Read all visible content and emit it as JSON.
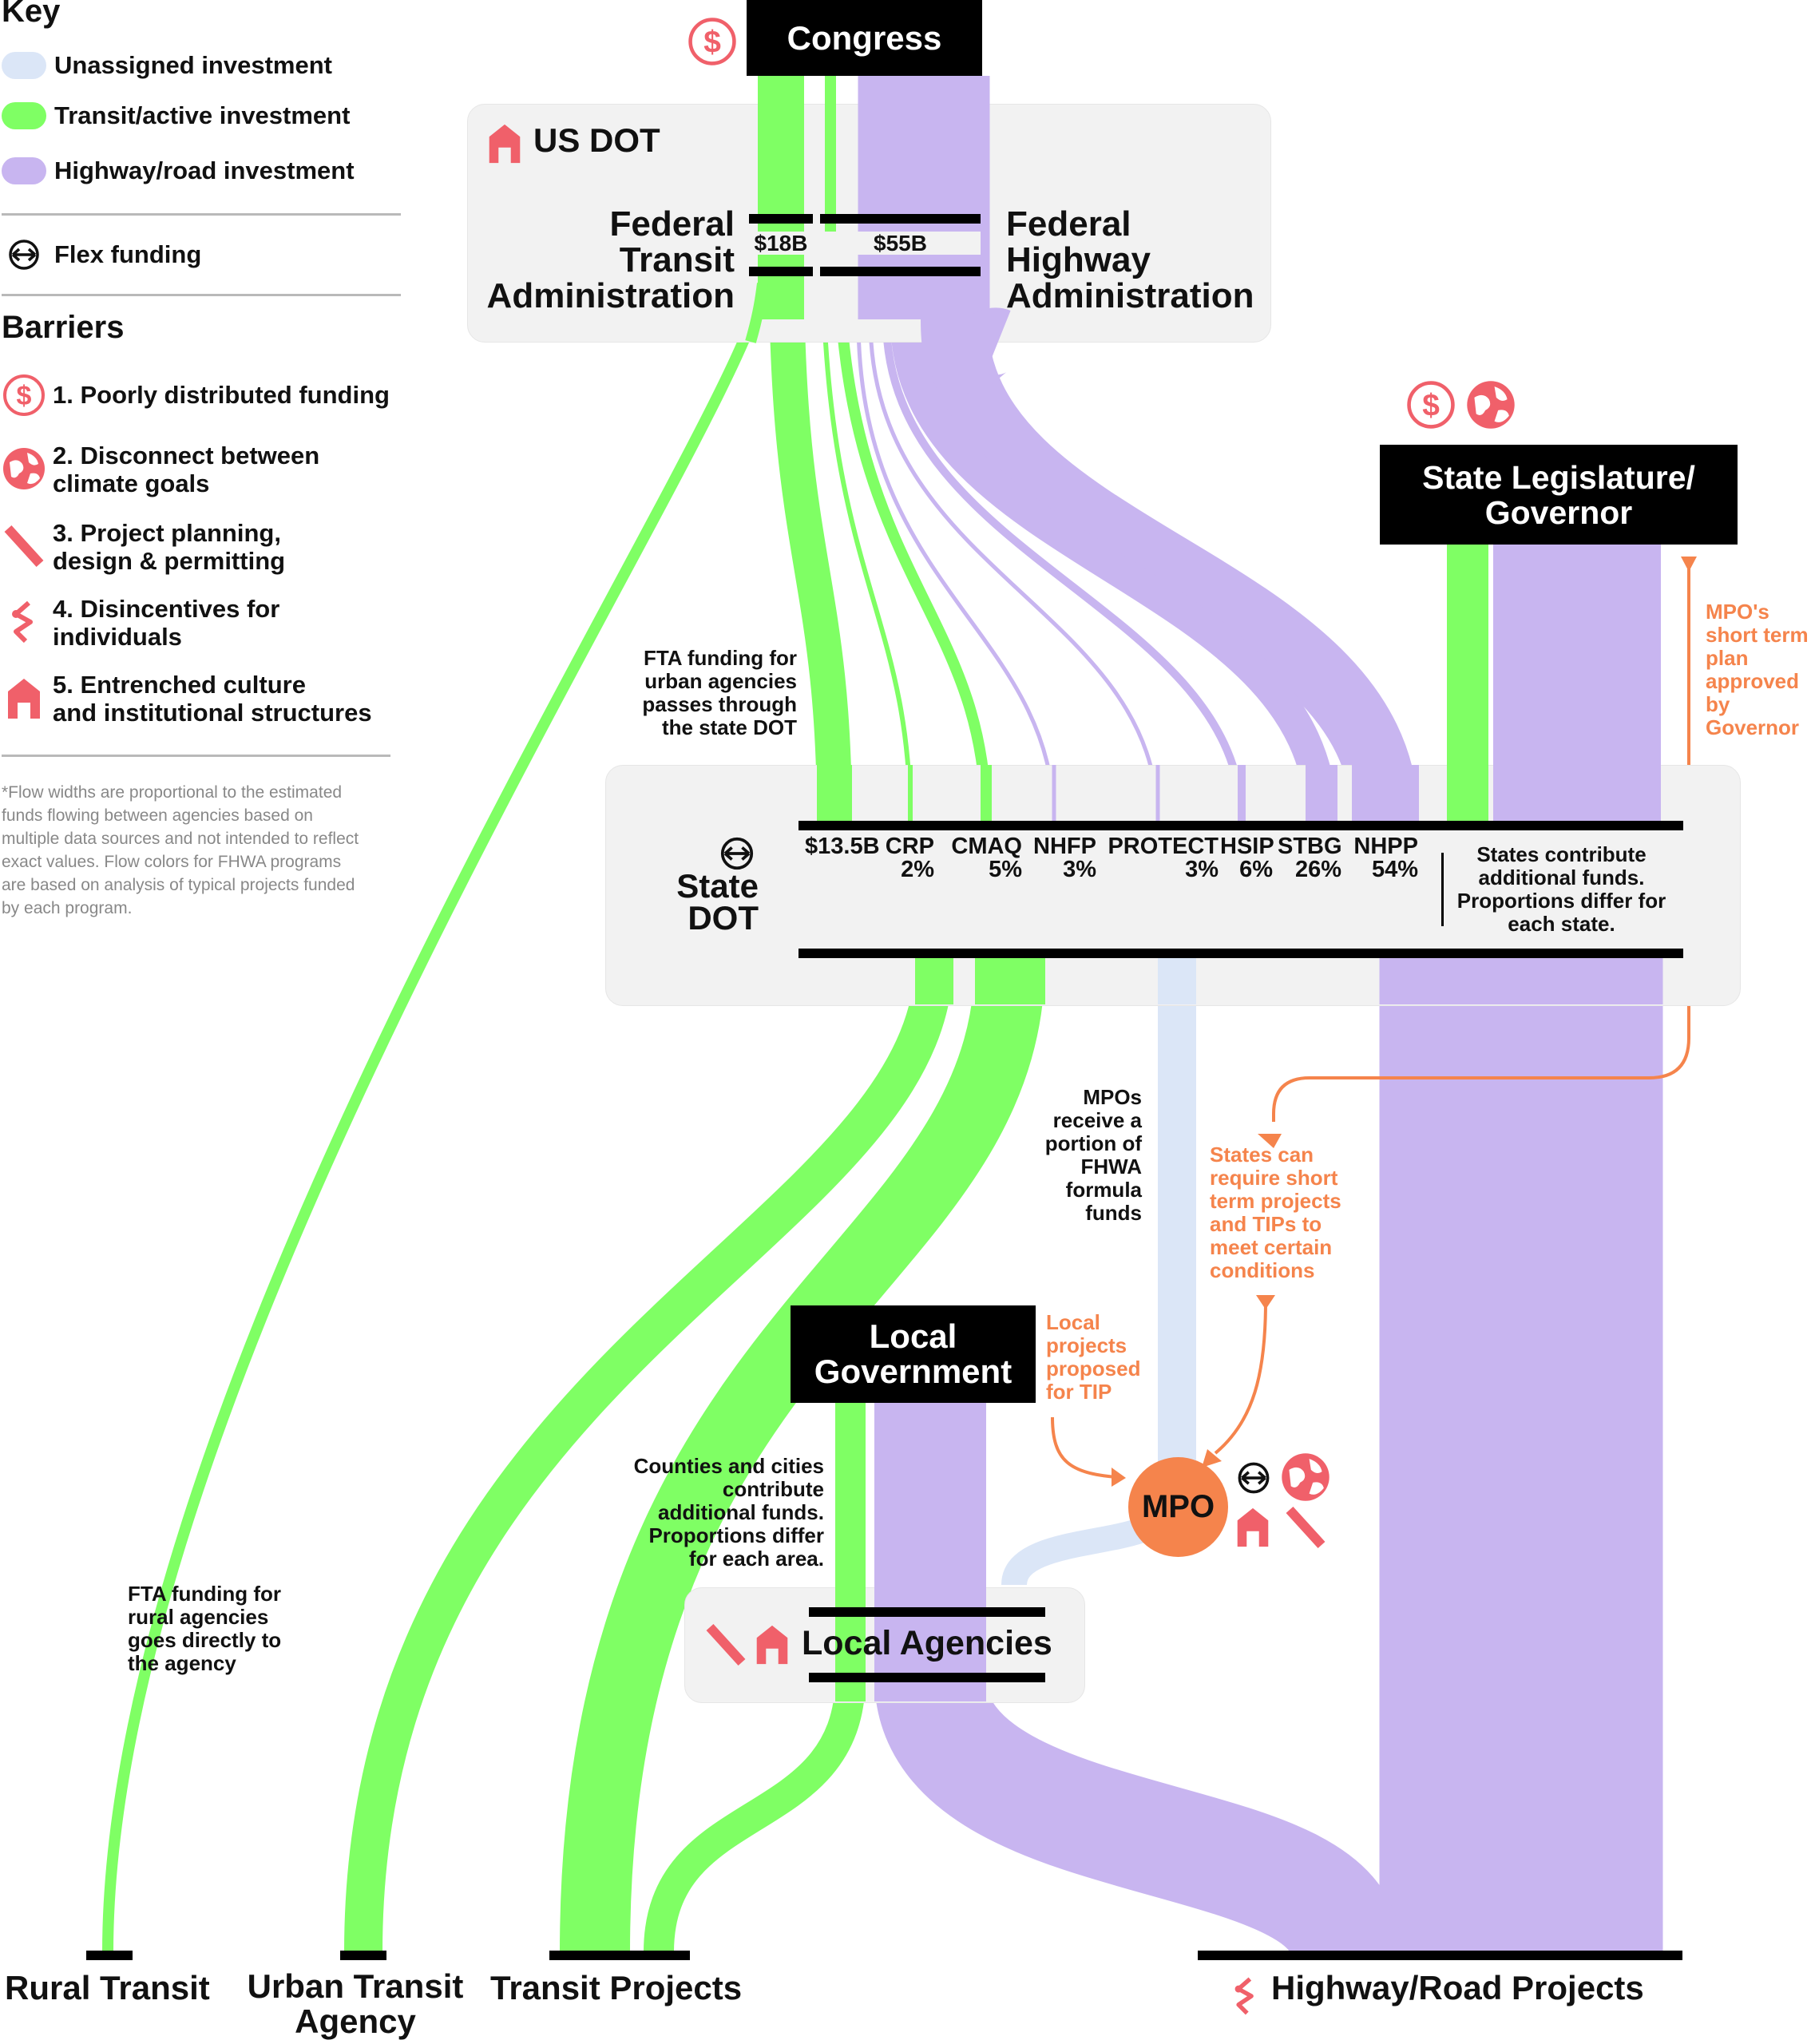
{
  "legend": {
    "key_title": "Key",
    "unassigned": "Unassigned investment",
    "transit": "Transit/active investment",
    "highway": "Highway/road investment",
    "flex": "Flex funding",
    "barriers_title": "Barriers",
    "barrier_1": "1. Poorly distributed funding",
    "barrier_2_l1": "2. Disconnect between",
    "barrier_2_l2": "climate goals",
    "barrier_3_l1": "3. Project planning,",
    "barrier_3_l2": "design & permitting",
    "barrier_4_l1": "4. Disincentives for",
    "barrier_4_l2": "individuals",
    "barrier_5_l1": "5. Entrenched culture",
    "barrier_5_l2": "and institutional structures",
    "footnote": "*Flow widths are proportional to the estimated funds flowing between agencies based on multiple data sources and not intended to reflect exact values. Flow colors for FHWA programs are based on analysis of typical projects funded by each program."
  },
  "colors": {
    "transit": "#7fff64",
    "highway": "#c8b5f0",
    "unassigned": "#dbe6f7",
    "barrier": "#f0606a",
    "orange": "#f5844c"
  },
  "nodes": {
    "congress": "Congress",
    "us_dot": "US DOT",
    "fta_l1": "Federal",
    "fta_l2": "Transit",
    "fta_l3": "Administration",
    "fhwa_l1": "Federal",
    "fhwa_l2": "Highway",
    "fhwa_l3": "Administration",
    "fta_amount": "$18B",
    "fhwa_amount": "$55B",
    "state_leg_l1": "State Legislature/",
    "state_leg_l2": "Governor",
    "state_dot_l1": "State",
    "state_dot_l2": "DOT",
    "local_gov_l1": "Local",
    "local_gov_l2": "Government",
    "mpo": "MPO",
    "local_agencies": "Local Agencies"
  },
  "programs": [
    {
      "name": "$13.5B",
      "pct": ""
    },
    {
      "name": "CRP",
      "pct": "2%"
    },
    {
      "name": "CMAQ",
      "pct": "5%"
    },
    {
      "name": "NHFP",
      "pct": "3%"
    },
    {
      "name": "PROTECT",
      "pct": "3%"
    },
    {
      "name": "HSIP",
      "pct": "6%"
    },
    {
      "name": "STBG",
      "pct": "26%"
    },
    {
      "name": "NHPP",
      "pct": "54%"
    }
  ],
  "annotations": {
    "state_contrib": "States contribute additional funds. Proportions differ for each state.",
    "fta_urban": "FTA funding for urban agencies passes through the state DOT",
    "mpo_short_plan": "MPO's short term plan approved by Governor",
    "mpo_receive": "MPOs receive a portion of FHWA formula funds",
    "states_require": "States can require short term projects and TIPs to meet certain conditions",
    "local_proposed": "Local projects proposed for TIP",
    "counties": "Counties and cities contribute additional funds. Proportions differ for each area.",
    "fta_rural": "FTA funding for rural agencies goes directly to the agency"
  },
  "outputs": {
    "rural": "Rural Transit",
    "urban_l1": "Urban Transit",
    "urban_l2": "Agency",
    "transit_projects": "Transit Projects",
    "highway_projects": "Highway/Road Projects"
  }
}
